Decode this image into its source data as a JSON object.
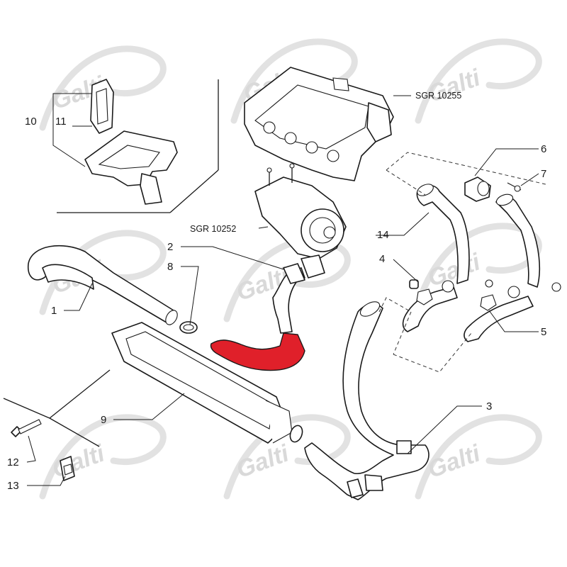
{
  "watermark": {
    "text": "Galti",
    "color": "#d9d9d9"
  },
  "highlight_color": "#e0202a",
  "callouts": {
    "c1": "1",
    "c2": "2",
    "c3": "3",
    "c4": "4",
    "c5": "5",
    "c6": "6",
    "c7": "7",
    "c8": "8",
    "c9": "9",
    "c10": "10",
    "c11": "11",
    "c12": "12",
    "c13": "13",
    "c14": "14"
  },
  "refs": {
    "manifold": "SGR 10255",
    "turbo": "SGR 10252"
  },
  "highlighted_part": "2"
}
